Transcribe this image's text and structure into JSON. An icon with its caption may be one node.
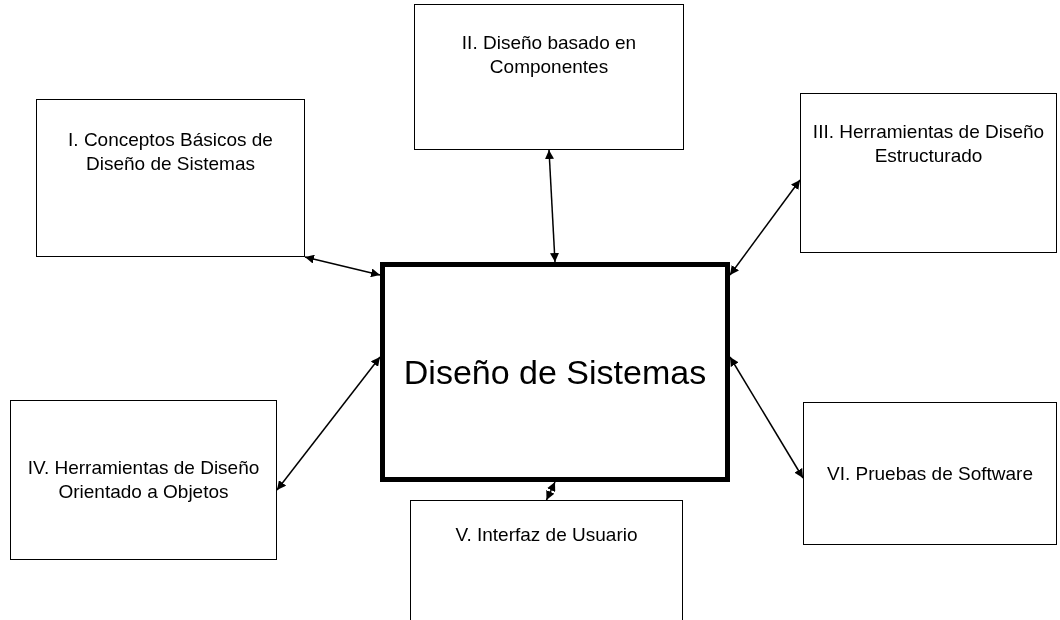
{
  "diagram": {
    "nodes": [
      {
        "text": [
          "I. Conceptos Básicos de Diseño de Sistemas"
        ]
      },
      {
        "text": [
          "II. Diseño basado en Componentes"
        ]
      },
      {
        "text": [
          "III. Herramientas de Diseño Estructurado"
        ]
      },
      {
        "text": [
          "Diseño de Sistemas"
        ]
      },
      {
        "text": [
          "IV. Herramientas de Diseño Orientado a Objetos"
        ]
      },
      {
        "text": [
          "V. Interfaz de Usuario"
        ]
      },
      {
        "text": [
          "VI. Pruebas de Software"
        ]
      }
    ],
    "edges": [
      {
        "from": 3,
        "to": 0,
        "arrow": "both"
      },
      {
        "from": 3,
        "to": 1,
        "arrow": "both"
      },
      {
        "from": 3,
        "to": 2,
        "arrow": "both"
      },
      {
        "from": 3,
        "to": 4,
        "arrow": "both"
      },
      {
        "from": 3,
        "to": 5,
        "arrow": "both"
      },
      {
        "from": 3,
        "to": 6,
        "arrow": "both"
      }
    ]
  }
}
